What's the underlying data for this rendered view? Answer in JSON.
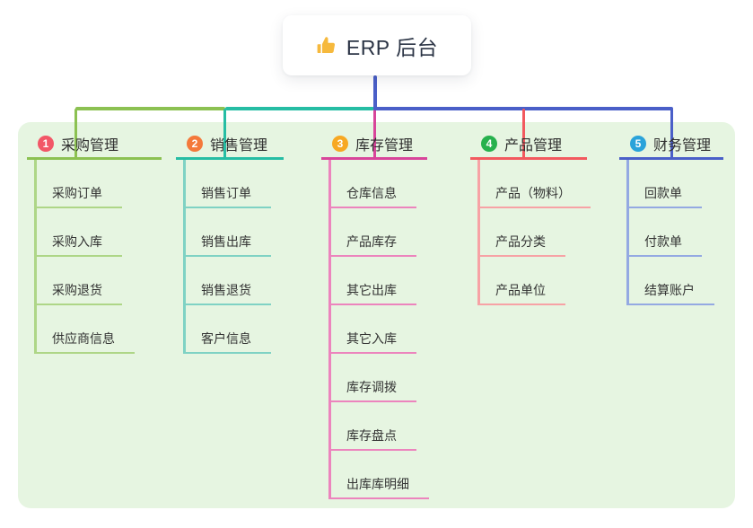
{
  "root": {
    "icon": "thumbs-up-icon",
    "label": "ERP 后台"
  },
  "panel_color": "#e6f5e1",
  "connector_colors": {
    "stem": "#4a5fc8",
    "rail_left": "#8cc152",
    "rail_mid": "#26bda4",
    "rail_right": "#4a5fc8"
  },
  "branches": [
    {
      "num": "1",
      "title": "采购管理",
      "badge_color": "#f25767",
      "line_color": "#8cc152",
      "child_line_color": "#aed687",
      "children": [
        "采购订单",
        "采购入库",
        "采购退货",
        "供应商信息"
      ]
    },
    {
      "num": "2",
      "title": "销售管理",
      "badge_color": "#f4793b",
      "line_color": "#26bda4",
      "child_line_color": "#7fd2c4",
      "children": [
        "销售订单",
        "销售出库",
        "销售退货",
        "客户信息"
      ]
    },
    {
      "num": "3",
      "title": "库存管理",
      "badge_color": "#f7a823",
      "line_color": "#d8459a",
      "child_line_color": "#ec84bd",
      "children": [
        "仓库信息",
        "产品库存",
        "其它出库",
        "其它入库",
        "库存调拨",
        "库存盘点",
        "出库库明细"
      ]
    },
    {
      "num": "4",
      "title": "产品管理",
      "badge_color": "#27b14d",
      "line_color": "#f2595f",
      "child_line_color": "#f7a2a5",
      "children": [
        "产品（物料）",
        "产品分类",
        "产品单位"
      ]
    },
    {
      "num": "5",
      "title": "财务管理",
      "badge_color": "#2aa3da",
      "line_color": "#4a5fc8",
      "child_line_color": "#94a9e2",
      "children": [
        "回款单",
        "付款单",
        "结算账户"
      ]
    }
  ]
}
